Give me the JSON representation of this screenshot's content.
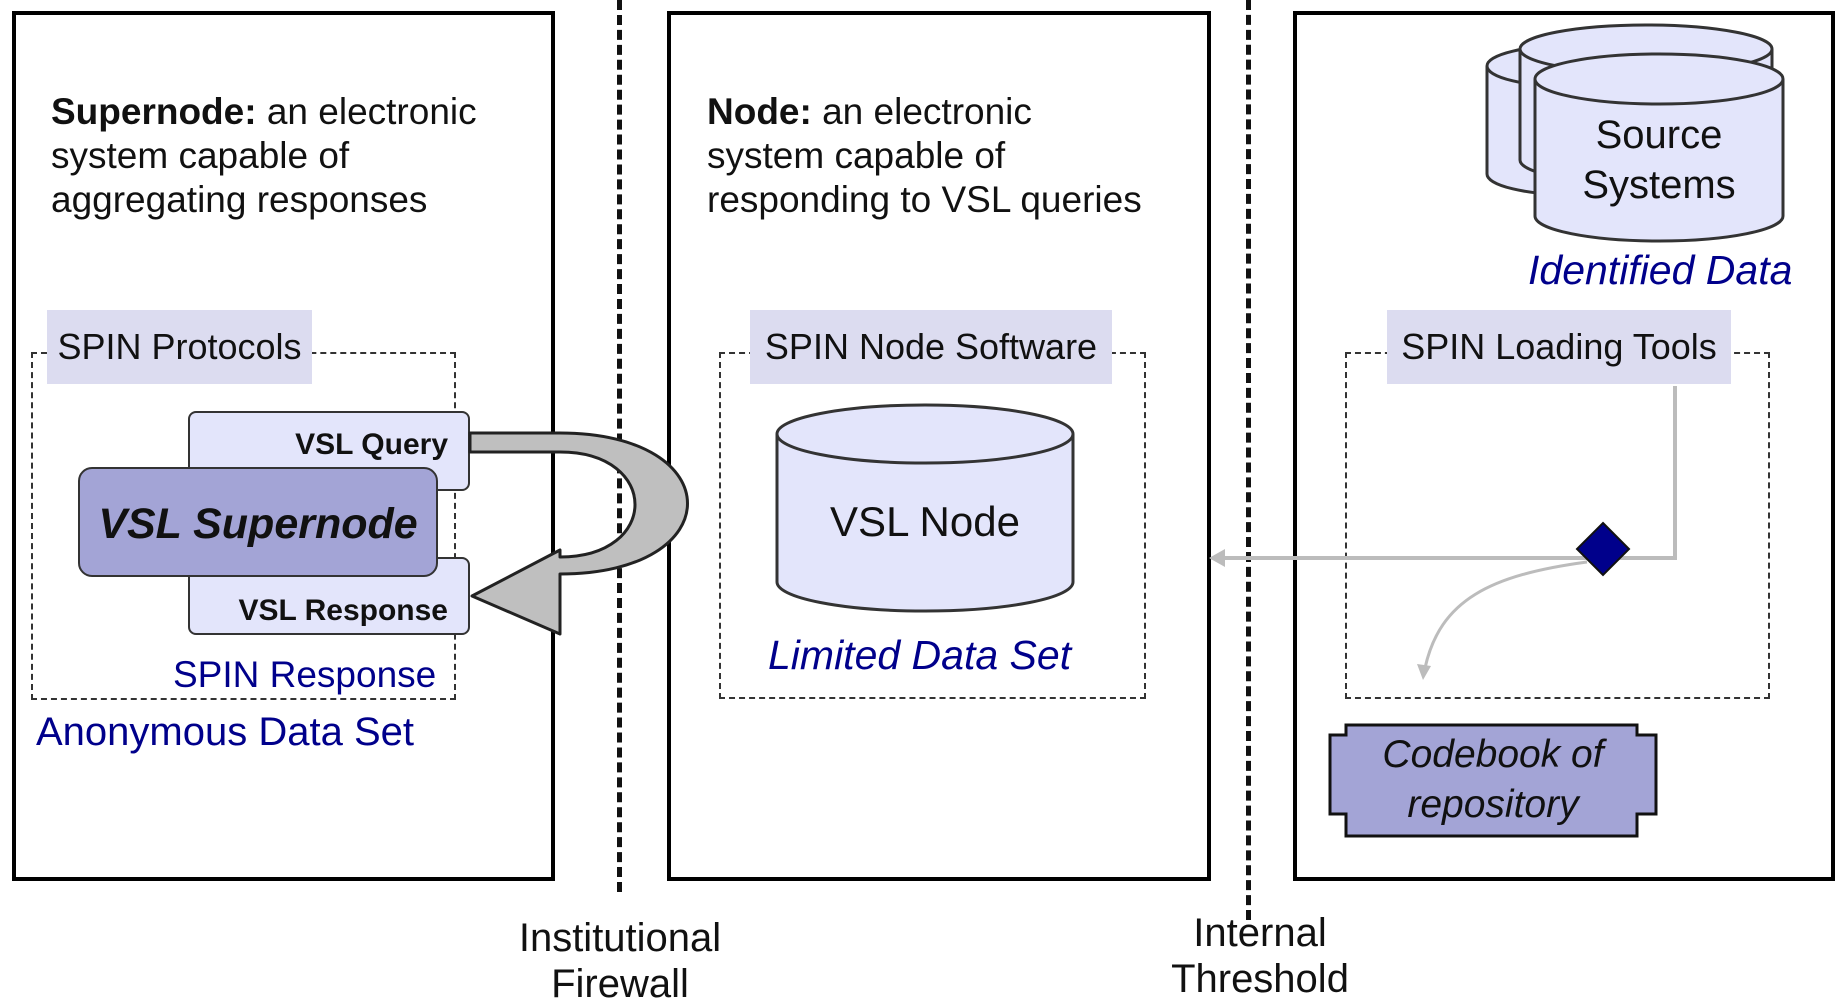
{
  "supernode_panel": {
    "title": "Supernode:",
    "description_line1": " an electronic",
    "description_line2": "system capable of",
    "description_line3": "aggregating responses",
    "protocols_tag": "SPIN Protocols",
    "query_tab": "VSL Query",
    "supernode_label": "VSL Supernode",
    "response_tab": "VSL Response",
    "spin_response": "SPIN Response",
    "data_set": "Anonymous Data Set"
  },
  "node_panel": {
    "title": "Node:",
    "description_line1": " an electronic",
    "description_line2": "system capable of",
    "description_line3": "responding to VSL queries",
    "software_tag": "SPIN Node Software",
    "node_label": "VSL Node",
    "data_set": "Limited Data Set"
  },
  "source_panel": {
    "source_line1": "Source",
    "source_line2": "Systems",
    "data_set": "Identified Data",
    "loading_tag": "SPIN Loading Tools",
    "codebook_line1": "Codebook of",
    "codebook_line2": "repository"
  },
  "dividers": {
    "firewall_line1": "Institutional",
    "firewall_line2": "Firewall",
    "threshold_line1": "Internal",
    "threshold_line2": "Threshold"
  },
  "colors": {
    "cylinder_fill": "#e3e5fb",
    "supernode_fill": "#a3a4d6",
    "tag_fill": "#dcdcf0",
    "diamond_fill": "#00008b",
    "label_blue": "#00008b",
    "arrow_fill": "#bfbfbf"
  }
}
